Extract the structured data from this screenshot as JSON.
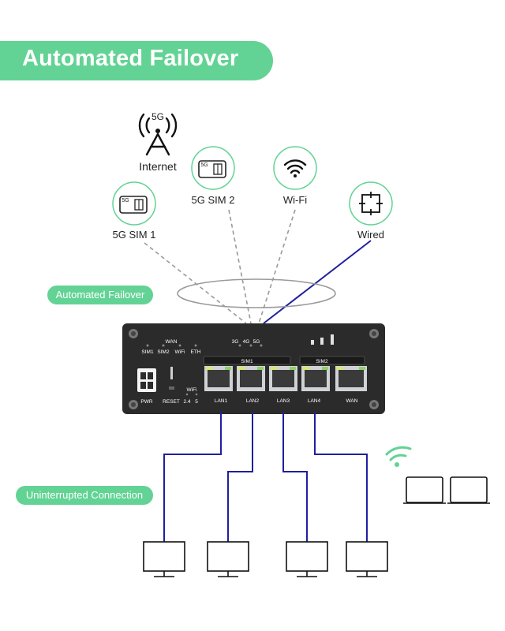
{
  "header": {
    "title": "Automated Failover"
  },
  "internet": {
    "tower_label": "5G",
    "label": "Internet"
  },
  "sources": {
    "sim1": {
      "label": "5G SIM 1",
      "chip_text": "5G"
    },
    "sim2": {
      "label": "5G SIM 2",
      "chip_text": "5G"
    },
    "wifi": {
      "label": "Wi-Fi"
    },
    "wired": {
      "label": "Wired"
    }
  },
  "pills": {
    "failover": "Automated Failover",
    "uninterrupted": "Uninterrupted Connection"
  },
  "router": {
    "status_labels": [
      "SIM1",
      "SIM2",
      "WiFi",
      "ETH"
    ],
    "wan_top_label": "WAN",
    "network_labels": [
      "3G",
      "4G",
      "5G"
    ],
    "sim_slots": [
      "SIM1",
      "SIM2"
    ],
    "pwr_label": "PWR",
    "reset_label": "RESET",
    "wifi_label": "WiFi",
    "wifi_bands": [
      "2.4",
      "5"
    ],
    "port_labels": [
      "LAN1",
      "LAN2",
      "LAN3",
      "LAN4",
      "WAN"
    ]
  },
  "colors": {
    "accent": "#62d394",
    "wire": "#1f1fa0",
    "router_body": "#2b2b2b",
    "dashed": "#9a9a9a"
  }
}
